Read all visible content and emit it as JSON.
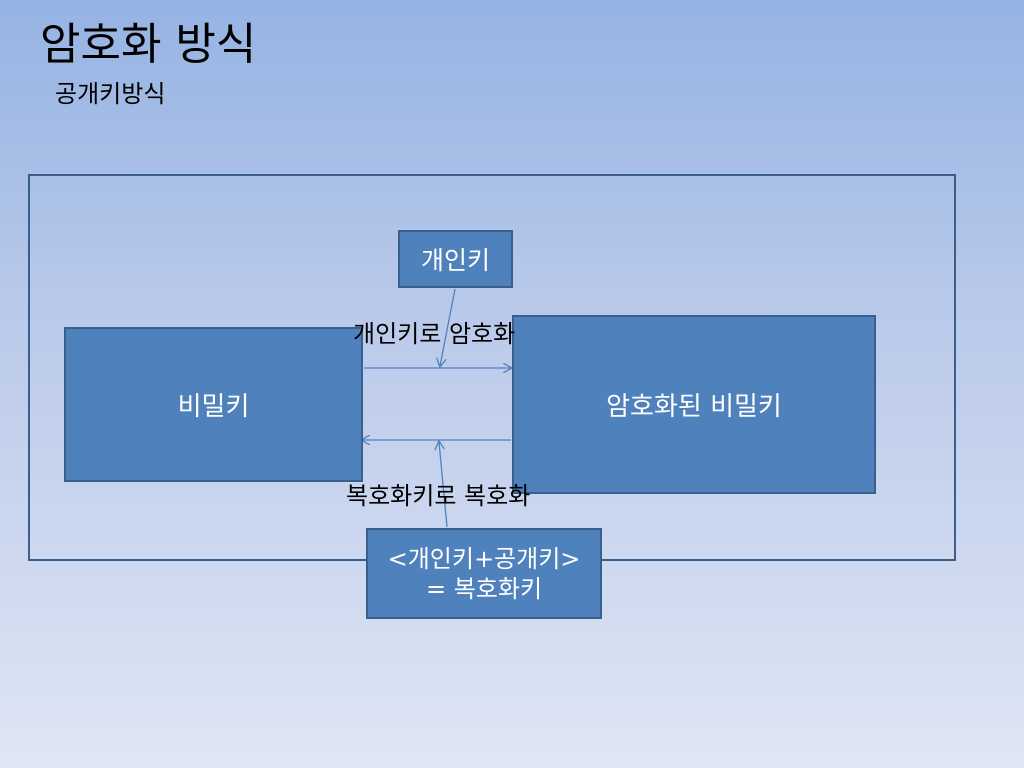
{
  "slide": {
    "title": "암호화 방식",
    "subtitle": "공개키방식"
  },
  "diagram": {
    "secret_key_box": "비밀키",
    "encrypted_box": "암호화된 비밀키",
    "private_key_box": "개인키",
    "combined_key_line1": "<개인키+공개키>",
    "combined_key_line2": "= 복호화키",
    "encrypt_label": "개인키로 암호화",
    "decrypt_label": "복호화키로 복호화"
  },
  "colors": {
    "box_fill": "#4f81bd",
    "box_border": "#3a5f8f",
    "arrow": "#4f81bd"
  }
}
